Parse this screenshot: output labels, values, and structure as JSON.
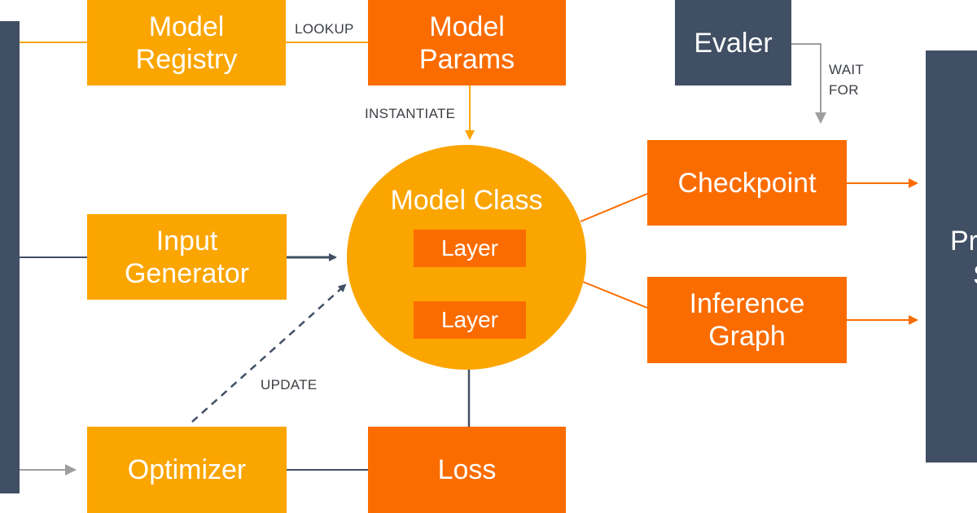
{
  "nodes": {
    "model_registry": [
      "Model",
      "Registry"
    ],
    "model_params": [
      "Model",
      "Params"
    ],
    "evaler": "Evaler",
    "model_class": "Model Class",
    "layer_top": "Layer",
    "layer_bottom": "Layer",
    "checkpoint": "Checkpoint",
    "inference_graph": [
      "Inference",
      "Graph"
    ],
    "input_generator": [
      "Input",
      "Generator"
    ],
    "optimizer": "Optimizer",
    "loss": "Loss",
    "right_panel_partial": [
      "Pr",
      "S"
    ]
  },
  "edges": {
    "lookup": "LOOKUP",
    "instantiate": "INSTANTIATE",
    "wait_for": [
      "WAIT",
      "FOR"
    ],
    "update": "UPDATE"
  },
  "colors": {
    "amber": "#fba500",
    "orange": "#fb6c00",
    "slate": "#414f64",
    "gray_arrow": "#9e9e9e"
  }
}
